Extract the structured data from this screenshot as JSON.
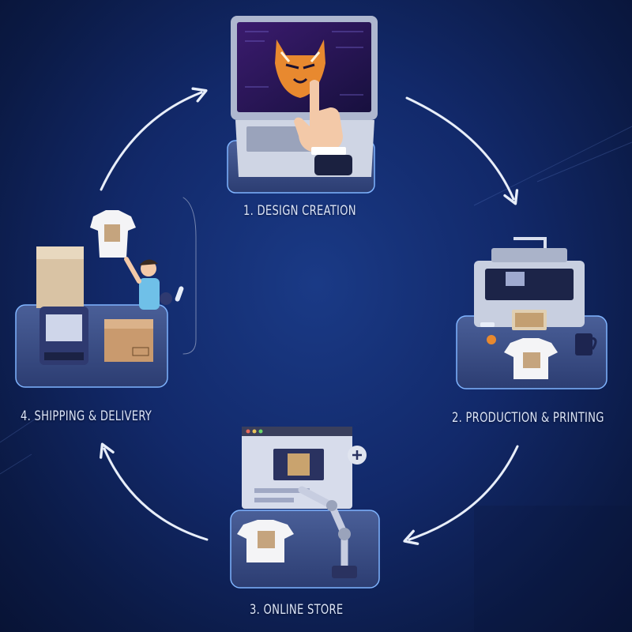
{
  "steps": [
    {
      "id": "design",
      "label": "1. DESIGN CREATION"
    },
    {
      "id": "production",
      "label": "2. PRODUCTION & PRINTING"
    },
    {
      "id": "store",
      "label": "3. ONLINE STORE"
    },
    {
      "id": "shipping",
      "label": "4. SHIPPING & DELIVERY"
    }
  ],
  "colors": {
    "background": "#12296a",
    "platform": "#3a4f86",
    "platform_glow": "#7fb4ff",
    "arrow": "#e8eef9",
    "box": "#c99a6e",
    "tiger": "#e8892f"
  }
}
